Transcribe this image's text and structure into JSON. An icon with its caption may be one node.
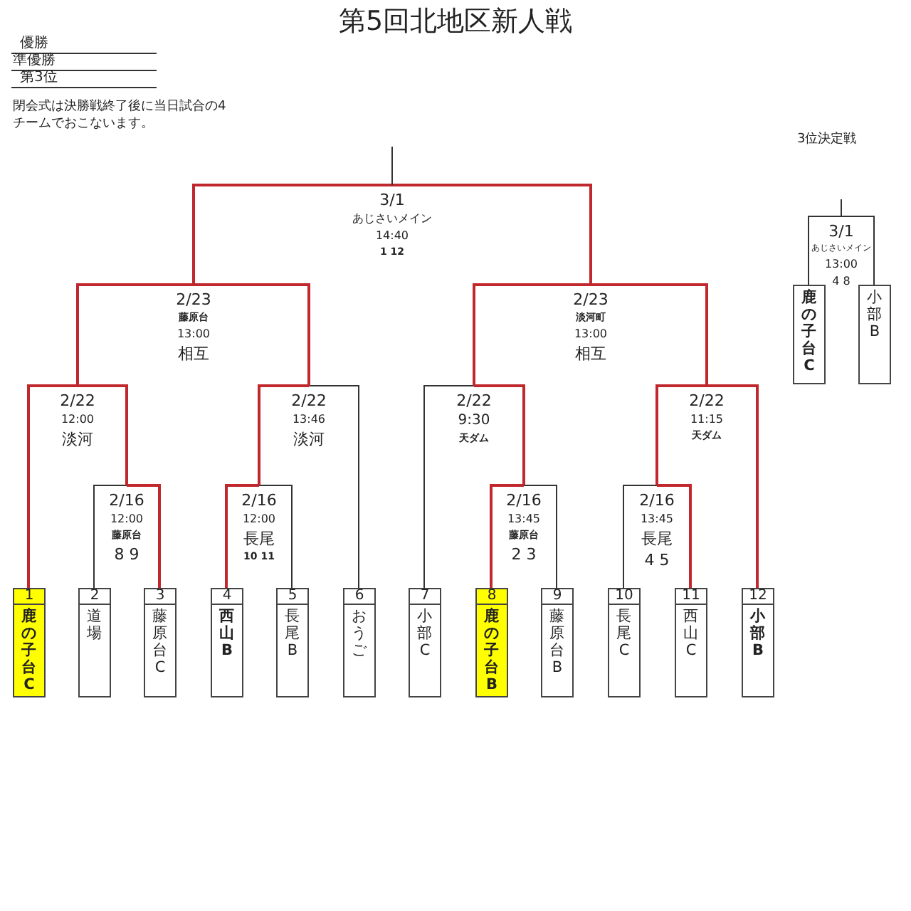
{
  "diagram": {
    "title": "第5回北地区新人戦",
    "nodes": [
      {
        "text": [
          "1",
          "鹿の子台C"
        ]
      },
      {
        "text": [
          "2",
          "道場"
        ]
      },
      {
        "text": [
          "3",
          "藤原台C"
        ]
      },
      {
        "text": [
          "4",
          "西山B"
        ]
      },
      {
        "text": [
          "5",
          "長尾B"
        ]
      },
      {
        "text": [
          "6",
          "おうご"
        ]
      },
      {
        "text": [
          "7",
          "小部C"
        ]
      },
      {
        "text": [
          "8",
          "鹿の子台B"
        ]
      },
      {
        "text": [
          "9",
          "藤原台B"
        ]
      },
      {
        "text": [
          "10",
          "長尾C"
        ]
      },
      {
        "text": [
          "11",
          "西山C"
        ]
      },
      {
        "text": [
          "12",
          "小部B"
        ]
      },
      {
        "text": [
          "2/16",
          "12:00",
          "藤原台",
          "8 9"
        ]
      },
      {
        "text": [
          "2/22",
          "12:00",
          "淡河"
        ]
      },
      {
        "text": [
          "2/16",
          "12:00",
          "長尾",
          "10 11"
        ]
      },
      {
        "text": [
          "2/22",
          "13:46",
          "淡河"
        ]
      },
      {
        "text": [
          "2/23",
          "藤原台",
          "13:00",
          "相互"
        ]
      },
      {
        "text": [
          "2/16",
          "13:45",
          "藤原台",
          "2 3"
        ]
      },
      {
        "text": [
          "2/22",
          "9:30",
          "天ダム"
        ]
      },
      {
        "text": [
          "2/16",
          "13:45",
          "長尾",
          "4 5"
        ]
      },
      {
        "text": [
          "2/22",
          "11:15",
          "天ダム"
        ]
      },
      {
        "text": [
          "2/23",
          "淡河町",
          "13:00",
          "相互"
        ]
      },
      {
        "text": [
          "3/1",
          "あじさいメイン",
          "14:40",
          "1 12"
        ]
      },
      {
        "text": [
          "鹿の子台C"
        ]
      },
      {
        "text": [
          "小部B"
        ]
      },
      {
        "text": [
          "3/1",
          "あじさいメイン",
          "13:00",
          "4 8"
        ]
      }
    ],
    "edges": [
      {
        "from": 0,
        "to": 13,
        "arrow": "none"
      },
      {
        "from": 1,
        "to": 12,
        "arrow": "none",
        "color": "#333333"
      },
      {
        "from": 2,
        "to": 12,
        "arrow": "none"
      },
      {
        "from": 12,
        "to": 13,
        "arrow": "none"
      },
      {
        "from": 3,
        "to": 14,
        "arrow": "none"
      },
      {
        "from": 4,
        "to": 14,
        "arrow": "none",
        "color": "#333333"
      },
      {
        "from": 14,
        "to": 15,
        "arrow": "none"
      },
      {
        "from": 5,
        "to": 15,
        "arrow": "none",
        "color": "#333333"
      },
      {
        "from": 13,
        "to": 16,
        "arrow": "none"
      },
      {
        "from": 15,
        "to": 16,
        "arrow": "none"
      },
      {
        "from": 16,
        "to": 22,
        "arrow": "none"
      },
      {
        "from": 6,
        "to": 18,
        "arrow": "none",
        "color": "#333333"
      },
      {
        "from": 7,
        "to": 17,
        "arrow": "none"
      },
      {
        "from": 8,
        "to": 17,
        "arrow": "none",
        "color": "#333333"
      },
      {
        "from": 17,
        "to": 18,
        "arrow": "none"
      },
      {
        "from": 9,
        "to": 19,
        "arrow": "none",
        "color": "#333333"
      },
      {
        "from": 10,
        "to": 19,
        "arrow": "none"
      },
      {
        "from": 19,
        "to": 20,
        "arrow": "none"
      },
      {
        "from": 11,
        "to": 20,
        "arrow": "none"
      },
      {
        "from": 18,
        "to": 21,
        "arrow": "none"
      },
      {
        "from": 20,
        "to": 21,
        "arrow": "none"
      },
      {
        "from": 21,
        "to": 22,
        "arrow": "none"
      },
      {
        "from": 22,
        "to": null,
        "arrow": "none",
        "color": "#333333"
      },
      {
        "from": 23,
        "to": 25,
        "arrow": "none",
        "color": "#333333"
      },
      {
        "from": 24,
        "to": 25,
        "arrow": "none",
        "color": "#333333"
      },
      {
        "from": 25,
        "to": null,
        "arrow": "none",
        "color": "#333333"
      }
    ],
    "labels": [
      "優勝",
      "準優勝",
      "第3位",
      "閉会式は決勝戦終了後に当日試合の4チームでおこないます。",
      "3位決定戦"
    ]
  }
}
